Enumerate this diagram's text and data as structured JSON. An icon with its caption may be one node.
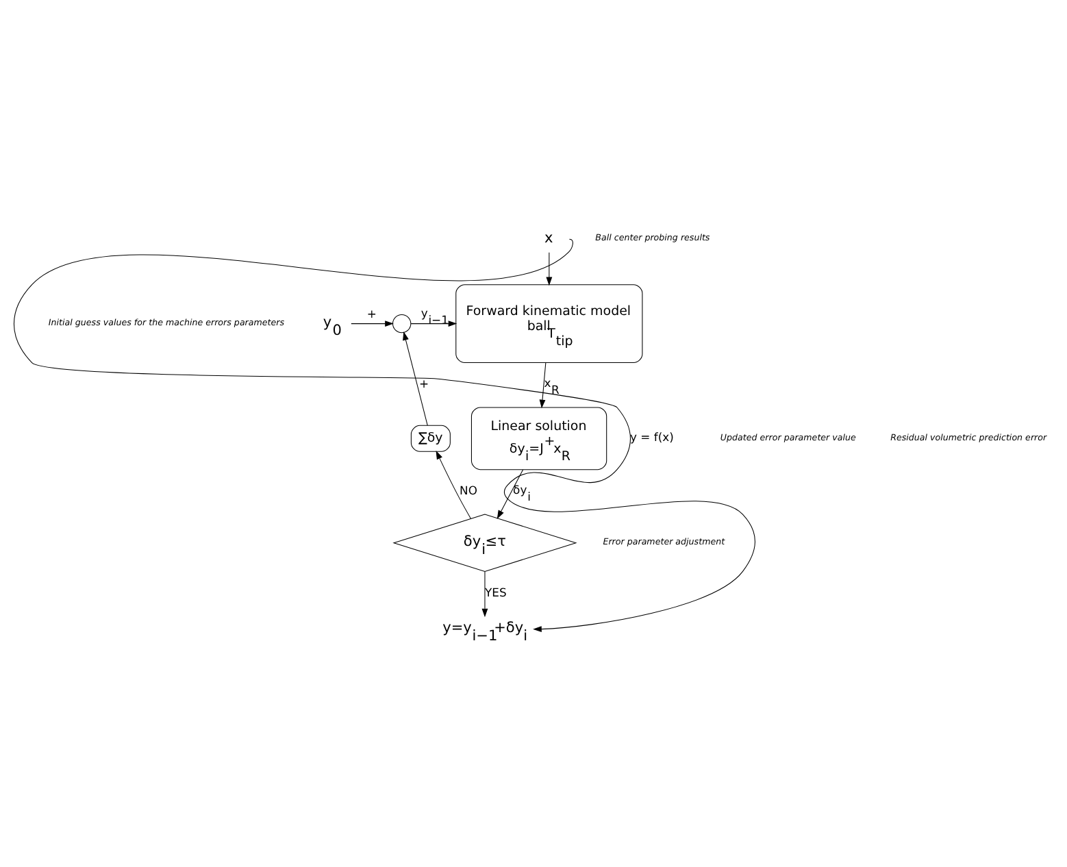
{
  "diagram": {
    "nodes": [
      {
        "text": [
          "x"
        ]
      },
      {
        "text": [
          "y$_{0}$"
        ]
      },
      {
        "text": [],
        "shape": "circle"
      },
      {
        "text": [
          "Forward kinematic model",
          "$^{ball}$T$_{tip}$"
        ]
      },
      {
        "text": [
          "Linear solution",
          "δy$_{i}$=J$^{+}$x$_{R}$"
        ]
      },
      {
        "text": [
          "∑δy"
        ]
      },
      {
        "text": [
          "δy$_{i}$≤τ"
        ]
      },
      {
        "text": [
          "y=y$_{i−1}$+δy$_{i}$"
        ]
      }
    ],
    "edges": [
      {
        "from": 1,
        "to": 2,
        "arrow": "to",
        "label": "+"
      },
      {
        "from": 2,
        "to": 3,
        "arrow": "to",
        "label": "y$_{i−1}$"
      },
      {
        "from": 0,
        "to": 3,
        "arrow": "to"
      },
      {
        "from": 3,
        "to": 4,
        "arrow": "to",
        "label": "x$_{R}$"
      },
      {
        "from": 4,
        "to": 6,
        "arrow": "to",
        "label": "δy$_{i}$"
      },
      {
        "from": 6,
        "to": 5,
        "arrow": "to",
        "label": "NO"
      },
      {
        "from": 5,
        "to": 2,
        "arrow": "to",
        "label": "+"
      },
      {
        "from": 6,
        "to": 7,
        "arrow": "to",
        "label": "YES"
      },
      {
        "from": 0,
        "to": 7,
        "arrow": "to",
        "label": "y = f(x)"
      }
    ],
    "labels": [
      "Ball center probing results",
      "Initial guess values for the machine errors parameters",
      "Residual volumetric prediction error",
      "Updated error parameter value",
      "Error parameter adjustment"
    ]
  }
}
